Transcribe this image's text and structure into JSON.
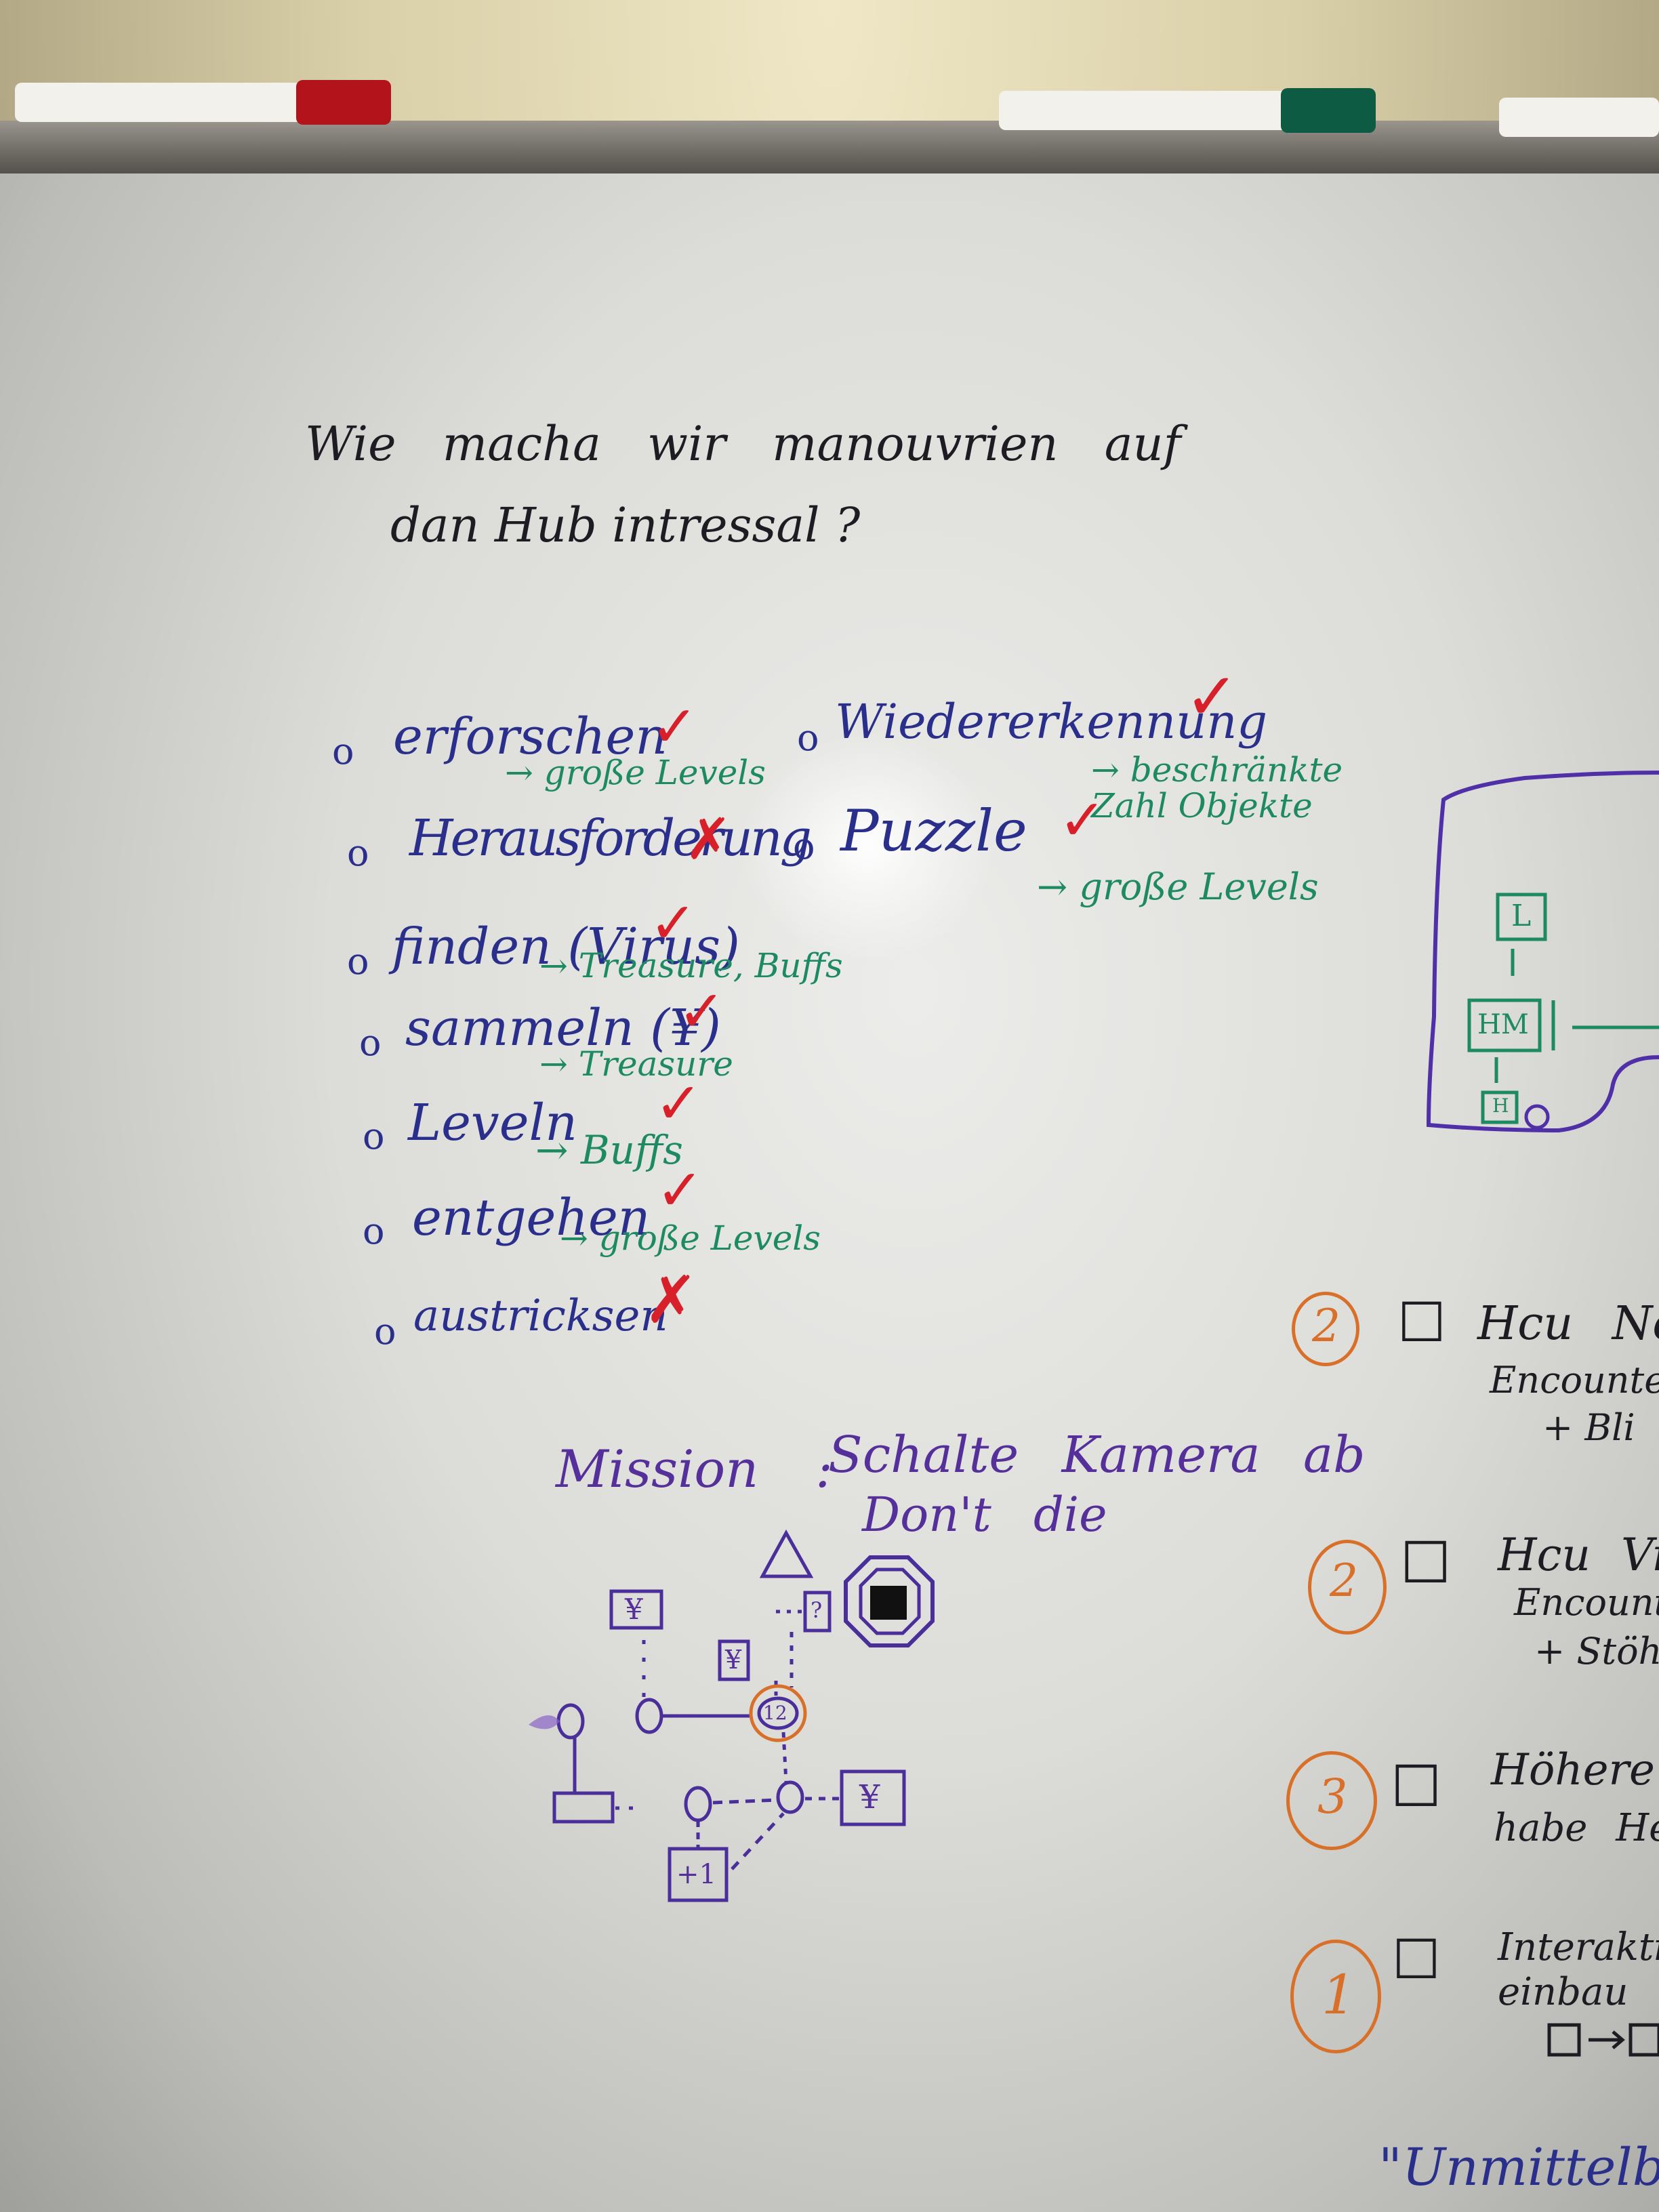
{
  "question": {
    "line1": "Wie macha wir manouvrien auf",
    "line2": "dan Hub intressal ?"
  },
  "left_list": [
    {
      "label": "erforschen",
      "note": "→ große Levels",
      "mark": "✓"
    },
    {
      "label": "Herausforderung",
      "note": "",
      "mark": "✗"
    },
    {
      "label": "finden (Virus)",
      "note": "→ Treasure, Buffs",
      "mark": "✓"
    },
    {
      "label": "sammeln (¥)",
      "note": "→ Treasure",
      "mark": "✓"
    },
    {
      "label": "Leveln",
      "note": "→ Buffs",
      "mark": "✓"
    },
    {
      "label": "entgehen",
      "note": "→ große Levels",
      "mark": "✓"
    },
    {
      "label": "austricksen",
      "note": "",
      "mark": "✗"
    }
  ],
  "right_list": [
    {
      "label": "Wiedererkennung",
      "note": "→ beschränkte Zahl Objekte",
      "mark": "✓"
    },
    {
      "label": "Puzzle",
      "note": "→ große Levels",
      "mark": "✓"
    }
  ],
  "bullet_glyph": "o",
  "mission": {
    "label": "Mission :",
    "line1": "Schalte Kamera ab",
    "line2": "Don't die"
  },
  "map": {
    "triangle": "△",
    "yen_box_1": "¥",
    "yen_box_2": "¥",
    "door": "?",
    "circle_center": "12",
    "big_box": "¥",
    "plus_box": "+1"
  },
  "flow_diagram": {
    "top": "L",
    "middle": "HM",
    "bottom": "H"
  },
  "priority_list": [
    {
      "number": "2",
      "checkbox": "☐",
      "line1": "Hcu Neu",
      "line2": "Encounter",
      "line3": "+ Bli"
    },
    {
      "number": "2",
      "checkbox": "☐",
      "line1": "Hcu Virus",
      "line2": "Encounte",
      "line3": "+ Stöh"
    },
    {
      "number": "3",
      "checkbox": "☐",
      "line1": "Höhere K",
      "line2": "habe Hel",
      "line3": ""
    },
    {
      "number": "1",
      "checkbox": "☐",
      "line1": "Interaktion",
      "line2": "einbau",
      "line3": ""
    }
  ],
  "bottom_quote": "\"Unmittelbar",
  "colors": {
    "black_ink": "#1e1c22",
    "blue_ink": "#2b2f8c",
    "green_ink": "#1d8a63",
    "purple_ink": "#55309a",
    "orange_ink": "#d8702a",
    "red_ink": "#d8202a"
  }
}
